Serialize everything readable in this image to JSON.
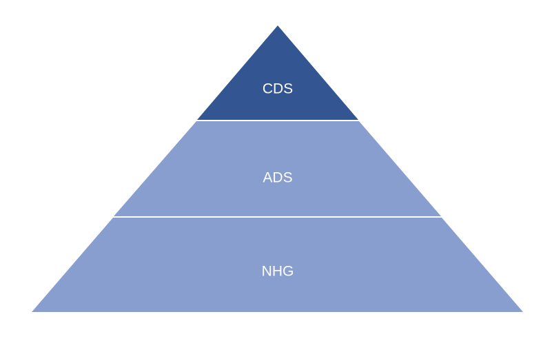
{
  "pyramid": {
    "tiers": [
      {
        "label": "CDS",
        "color": "#335592"
      },
      {
        "label": "ADS",
        "color": "#879ecf"
      },
      {
        "label": "NHG",
        "color": "#879ecf"
      }
    ],
    "divider_color": "#ffffff"
  }
}
